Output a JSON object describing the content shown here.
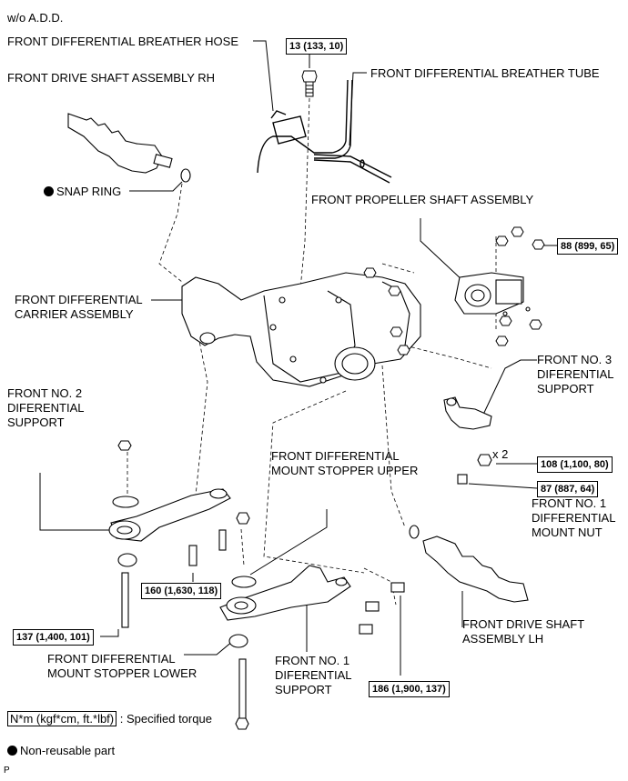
{
  "header": {
    "variant": "w/o A.D.D."
  },
  "labels": {
    "breather_hose": "FRONT DIFFERENTIAL BREATHER HOSE",
    "drive_shaft_rh": "FRONT DRIVE SHAFT ASSEMBLY RH",
    "snap_ring": "SNAP RING",
    "breather_tube": "FRONT DIFFERENTIAL BREATHER TUBE",
    "propeller_shaft": "FRONT PROPELLER SHAFT ASSEMBLY",
    "carrier_line1": "FRONT DIFFERENTIAL",
    "carrier_line2": "CARRIER ASSEMBLY",
    "no3_support_line1": "FRONT NO. 3",
    "no3_support_line2": "DIFERENTIAL",
    "no3_support_line3": "SUPPORT",
    "no2_support_line1": "FRONT NO. 2",
    "no2_support_line2": "DIFERENTIAL",
    "no2_support_line3": "SUPPORT",
    "stopper_upper_line1": "FRONT DIFFERENTIAL",
    "stopper_upper_line2": "MOUNT STOPPER UPPER",
    "qty": "x 2",
    "mount_nut_line1": "FRONT NO. 1",
    "mount_nut_line2": "DIFFERENTIAL",
    "mount_nut_line3": "MOUNT NUT",
    "drive_shaft_lh_line1": "FRONT DRIVE SHAFT",
    "drive_shaft_lh_line2": "ASSEMBLY LH",
    "stopper_lower_line1": "FRONT DIFFERENTIAL",
    "stopper_lower_line2": "MOUNT STOPPER LOWER",
    "no1_support_line1": "FRONT NO. 1",
    "no1_support_line2": "DIFERENTIAL",
    "no1_support_line3": "SUPPORT"
  },
  "torques": {
    "t13": "13 (133, 10)",
    "t88": "88 (899, 65)",
    "t108": "108 (1,100, 80)",
    "t87": "87 (887, 64)",
    "t160": "160 (1,630, 118)",
    "t137": "137 (1,400, 101)",
    "t186": "186 (1,900, 137)"
  },
  "legend": {
    "torque_unit": "N*m (kgf*cm, ft.*lbf)",
    "torque_text": ": Specified torque",
    "nonreusable": "Non-reusable part"
  },
  "footer": {
    "code": "P"
  }
}
